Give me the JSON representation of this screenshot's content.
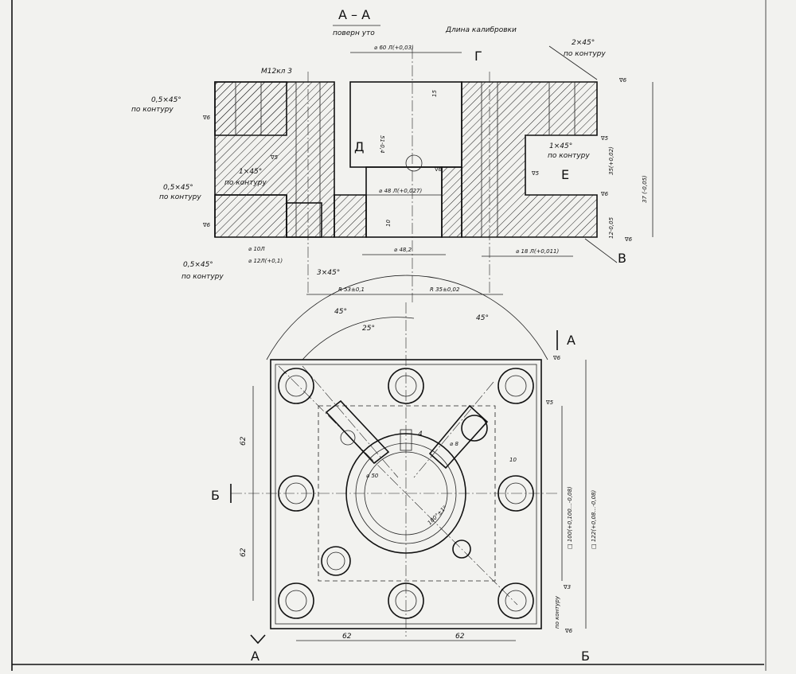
{
  "section": {
    "title": "А – А",
    "subtitle": "поверн уто",
    "calibration_label": "Длина калибровки",
    "callouts": {
      "chamfer_top_right": "2×45°",
      "contour_top_right": "по контуру",
      "thread": "М12кл 3",
      "chamfer_left_1": "0,5×45°",
      "contour_left_1": "по контуру",
      "chamfer_mid": "1×45°",
      "contour_mid": "по контуру",
      "chamfer_left_2": "0,5×45°",
      "contour_left_2": "по контуру",
      "chamfer_left_3": "0,5×45°",
      "contour_left_3": "по контуру",
      "chamfer_right": "1×45°",
      "contour_right": "по контуру",
      "chamfer_bottom": "3×45°",
      "letter_g": "Г",
      "letter_d": "Д",
      "letter_e": "Е",
      "letter_v": "В"
    },
    "dims": {
      "d60": "⌀ 60 Л(+0,03)",
      "d48": "⌀ 48 Л(+0,027)",
      "d48_2": "⌀ 48,2",
      "d18": "⌀ 18 Л(+0,011)",
      "d10": "⌀ 10Л",
      "d12": "⌀ 12Л(+0,1)",
      "r53": "R 53±0,1",
      "r535": "R 35±0,02",
      "h51": "51-0,4",
      "h15": "15",
      "h10": "10",
      "h37": "37 (-0,05)",
      "h12": "12-0,05",
      "h35": "35(+0,02)"
    },
    "finish": {
      "f1": "∇6",
      "f2": "∇6",
      "f3": "∇5",
      "f4": "∇5",
      "f5": "∇6",
      "f6": "∇6",
      "f7": "∇6",
      "f8": "∇5",
      "f9": "∇6"
    }
  },
  "plan": {
    "section_a_label": "А",
    "section_a_label_bottom": "А",
    "section_b_label_left": "Б",
    "section_b_label_right": "Б",
    "angle_45_left": "45°",
    "angle_25": "25°",
    "angle_45_right": "45°",
    "angle_180": "180°±1°",
    "dim_62_left_top": "62",
    "dim_62_left_bottom": "62",
    "dim_62_bottom_left": "62",
    "dim_62_bottom_right": "62",
    "dim_100": "□ 100(+0,100…-0,08)",
    "dim_122": "□ 122(+0,08…-0,08)",
    "dim_4": "4",
    "dim_d50": "⌀ 50",
    "dim_d8": "⌀ 8",
    "dim_10": "10",
    "note_contour": "по контуру",
    "finish_a": "∇6",
    "finish_b": "∇5",
    "finish_c": "∇3",
    "finish_d": "∇6"
  }
}
